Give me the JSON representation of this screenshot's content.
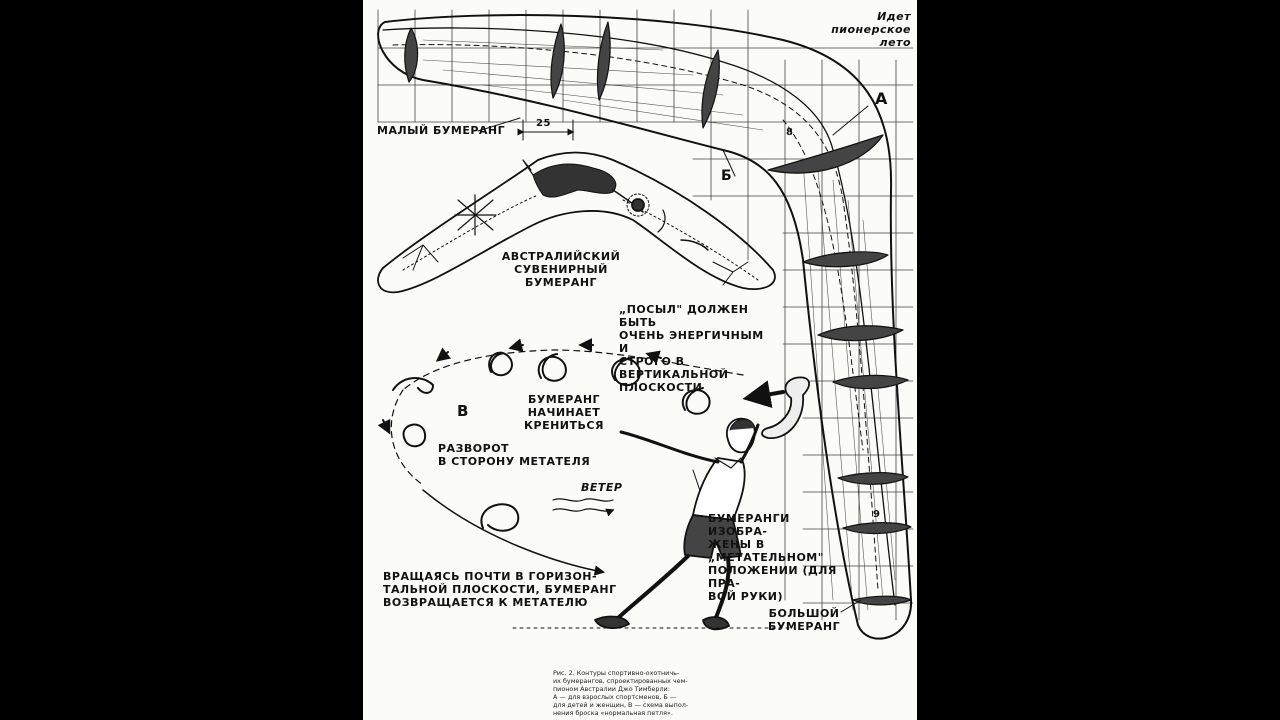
{
  "header_note": "Идет\nпионерское\nлето",
  "labels": {
    "small_boomerang": "МАЛЫЙ БУМЕРАНГ",
    "dimension": "25",
    "letter_a": "А",
    "letter_b": "Б",
    "letter_v": "В",
    "australian": "АВСТРАЛИЙСКИЙ\nСУВЕНИРНЫЙ БУМЕРАНГ",
    "throw": "„ПОСЫЛ\" ДОЛЖЕН БЫТЬ\nОЧЕНЬ ЭНЕРГИЧНЫМ И\nСТРОГО В ВЕРТИКАЛЬНОЙ\nПЛОСКОСТИ",
    "tilt": "БУМЕРАНГ\nНАЧИНАЕТ\nКРЕНИТЬСЯ",
    "turn": "РАЗВОРОТ\nВ СТОРОНУ МЕТАТЕЛЯ",
    "wind": "ВЕТЕР",
    "depicted": "БУМЕРАНГИ ИЗОБРА-\nЖЕНЫ В „МЕТАТЕЛЬНОМ\"\nПОЛОЖЕНИИ (ДЛЯ ПРА-\nВОЙ РУКИ)",
    "return": "ВРАЩАЯСЬ ПОЧТИ В ГОРИЗОН-\nТАЛЬНОЙ ПЛОСКОСТИ, БУМЕРАНГ\nВОЗВРАЩАЕТСЯ К МЕТАТЕЛЮ",
    "large_boomerang": "БОЛЬШОЙ\nБУМЕРАНГ",
    "section_8": "8",
    "section_9": "9"
  },
  "caption": "Рис. 2. Контуры спортивно-охотничь-\nих бумерангов, спроектированных чем-\nпионом Австралии Джо Тимберли:\nА — для взрослых спортсменов, Б —\nдля детей и женщин, В — схема выпол-\nнения броска «нормальная петля».",
  "colors": {
    "ink": "#111111",
    "paper": "#fbfbf8",
    "background": "#000000"
  }
}
